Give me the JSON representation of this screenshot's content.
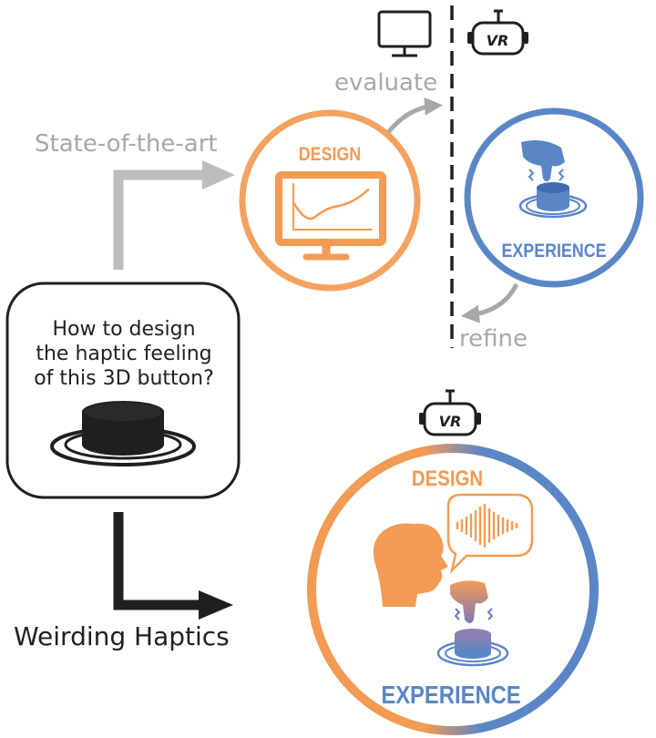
{
  "colors": {
    "orange": "#F4A261",
    "orange_dark": "#F29B54",
    "blue": "#5B86C6",
    "gray": "#A8A8A8",
    "dark": "#1F1F1F"
  },
  "icons": [
    "desktop-monitor-icon",
    "vr-headset-icon",
    "hand-press-icon",
    "3d-button-icon",
    "speaking-head-icon",
    "speech-bubble-icon",
    "waveform-icon",
    "chart-monitor-icon"
  ],
  "labels": {
    "question_line1": "How to design",
    "question_line2": "the haptic feeling",
    "question_line3": "of this 3D button?",
    "state_of_the_art": "State-of-the-art",
    "evaluate": "evaluate",
    "refine": "refine",
    "design_top": "DESIGN",
    "experience_top": "EXPERIENCE",
    "vr_top": "VR",
    "weirding_haptics": "Weirding Haptics",
    "design_bottom": "DESIGN",
    "experience_bottom": "EXPERIENCE",
    "vr_bottom": "VR"
  }
}
